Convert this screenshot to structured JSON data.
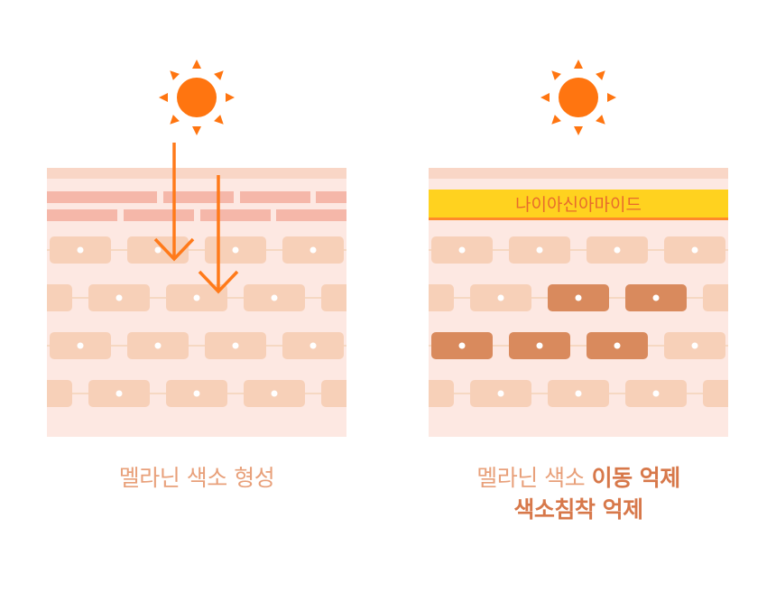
{
  "colors": {
    "skin_bg": "#fde8e2",
    "top_layer": "#f9d6c6",
    "stratum": "#f5b7a9",
    "cell": "#f7d0b8",
    "cell_dark": "#d98a5d",
    "nucleus": "#ffffff",
    "sun": "#ff7510",
    "arrow": "#ff7a1a",
    "band": "#ffd21f",
    "band_edge": "#ff8a2a",
    "caption": "#e8a07a",
    "caption_strong": "#d7784a"
  },
  "icons": [
    "sun-icon",
    "down-arrow-icon"
  ],
  "left_panel": {
    "caption": "멜라닌 색소 형성"
  },
  "right_panel": {
    "band_label": "나이아신아마이드",
    "caption_part1": "멜라닌 색소 ",
    "caption_part2": "이동 억제",
    "caption_line2": "색소침착 억제"
  }
}
